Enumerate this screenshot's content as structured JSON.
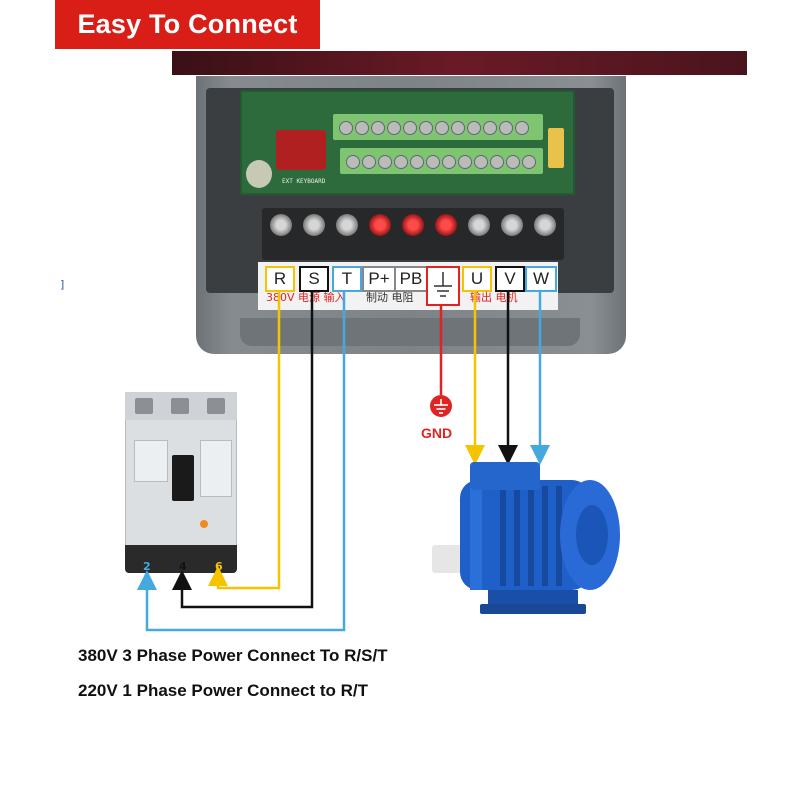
{
  "banner": {
    "title": "Easy To Connect"
  },
  "terminals": {
    "r": "R",
    "s": "S",
    "t": "T",
    "p_plus": "P+",
    "pb": "PB",
    "u": "U",
    "v": "V",
    "w": "W",
    "label_input": "380V 电源 输入",
    "label_brake": "制动 电阻",
    "label_output": "输出 电机"
  },
  "pcb": {
    "keyboard_label": "EXT KEYBOARD"
  },
  "breaker": {
    "terminal_2": "2",
    "terminal_4": "4",
    "terminal_6": "6"
  },
  "gnd": {
    "label": "GND"
  },
  "captions": {
    "line1": "380V 3 Phase Power Connect To R/S/T",
    "line2": "220V 1 Phase Power Connect to R/T"
  },
  "edge_mark": "]",
  "colors": {
    "banner_red": "#d91e18",
    "wire_yellow": "#f5c400",
    "wire_black": "#111111",
    "wire_blue": "#45a9df",
    "wire_red": "#e02424",
    "motor_blue": "#1f5fc8"
  }
}
